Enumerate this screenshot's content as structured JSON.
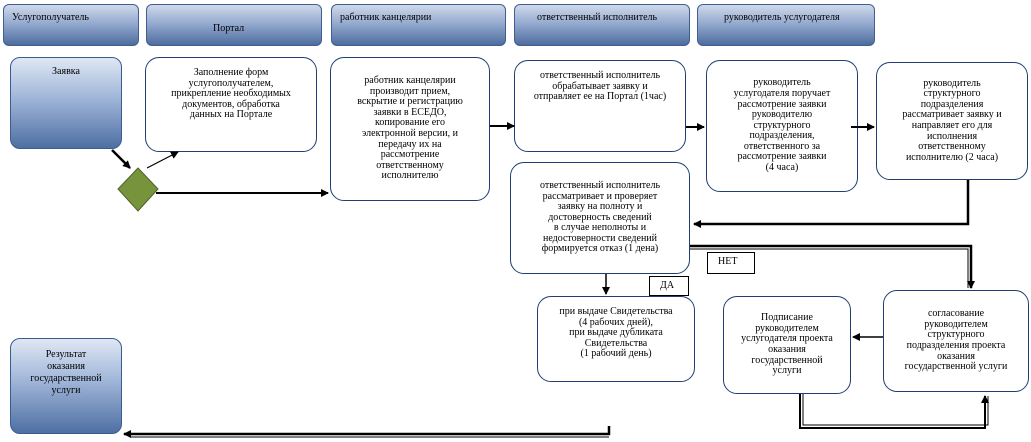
{
  "headers": {
    "h1": "Услугополучатель",
    "h2": "Портал",
    "h3": "работник канцелярии",
    "h4": "ответственный исполнитель",
    "h5": "руководитель услугодателя"
  },
  "start": "Заявка",
  "result": "Результат\nоказания\nгосударственной\nуслуги",
  "boxes": {
    "portal": "Заполнение форм\nуслугополучателем,\nприкрепление необходимых\nдокументов, обработка\nданных на Портале",
    "office": "работник канцелярии\nпроизводит прием,\nвскрытие и регистрацию\nзаявки в ЕСЕДО,\nкопирование его\nэлектронной версии, и\nпередачу их на\nрассмотрение\nответственному\nисполнителю",
    "executor1": "ответственный исполнитель\nобрабатывает заявку и\nотправляет ее на Портал (1час)",
    "head": "руководитель\nуслугодателя поручает\nрассмотрение  заявки\nруководителю\nструктурного\nподразделения,\nответственного за\nрассмотрение заявки\n(4 часа)",
    "dept_head": "руководитель\nструктурного\nподразделения\nрассматривает заявку и\nнаправляет его для\nисполнения\nответственному\nисполнителю (2 часа)",
    "executor2": "ответственный исполнитель\nрассматривает и проверяет\nзаявку на полноту и\nдостоверность сведений\nв случае неполноты и\nнедостоверности сведений\nформируется отказ (1 дена)",
    "issue": "при выдаче Свидетельства\n(4 рабочих дней),\nпри выдаче дубликата\nСвидетельства\n(1 рабочий день)",
    "sign": "Подписание\nруководителем\nуслугодателя проекта\nоказания\nгосударственной\nуслуги",
    "approve": "согласование\nруководителем\nструктурного\nподразделения проекта\nоказания\nгосударственной услуги"
  },
  "labels": {
    "yes": "ДА",
    "no": "НЕТ"
  },
  "colors": {
    "decision": "#77933c",
    "line": "#000000",
    "border": "#1f3f74"
  }
}
